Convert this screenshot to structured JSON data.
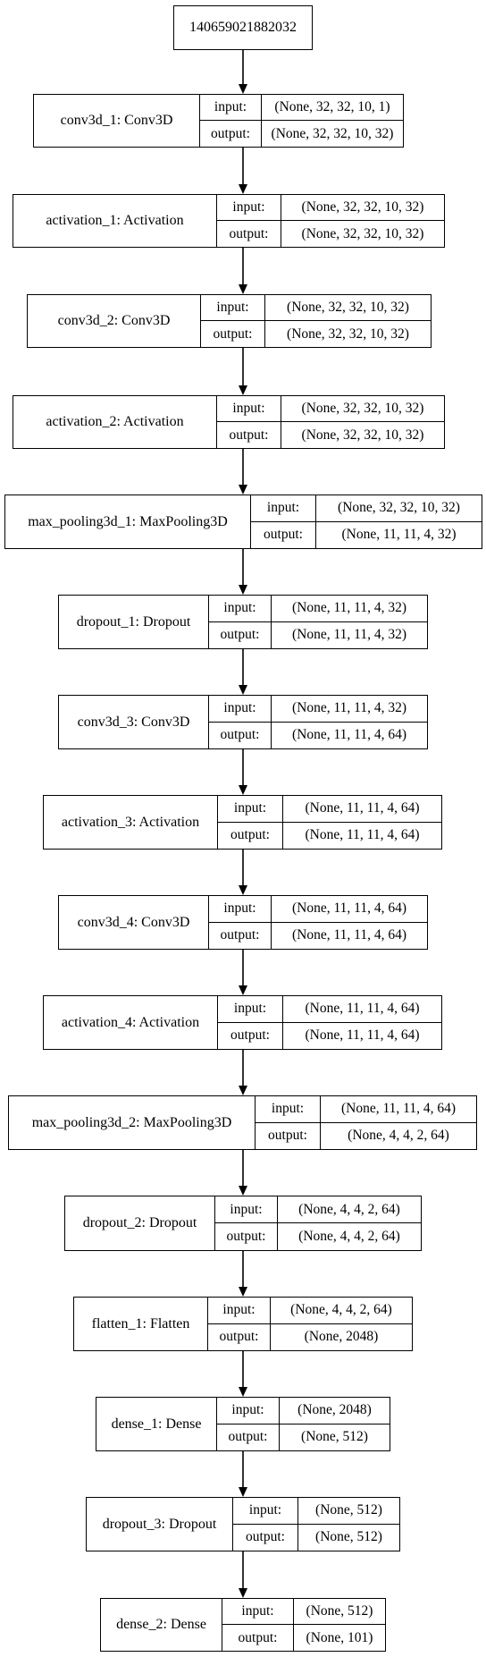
{
  "graph": {
    "input_node": {
      "label": "140659021882032"
    },
    "input_label": "input:",
    "output_label": "output:",
    "layers": [
      {
        "name": "conv3d_1: Conv3D",
        "input": "(None, 32, 32, 10, 1)",
        "output": "(None, 32, 32, 10, 32)"
      },
      {
        "name": "activation_1: Activation",
        "input": "(None, 32, 32, 10, 32)",
        "output": "(None, 32, 32, 10, 32)"
      },
      {
        "name": "conv3d_2: Conv3D",
        "input": "(None, 32, 32, 10, 32)",
        "output": "(None, 32, 32, 10, 32)"
      },
      {
        "name": "activation_2: Activation",
        "input": "(None, 32, 32, 10, 32)",
        "output": "(None, 32, 32, 10, 32)"
      },
      {
        "name": "max_pooling3d_1: MaxPooling3D",
        "input": "(None, 32, 32, 10, 32)",
        "output": "(None, 11, 11, 4, 32)"
      },
      {
        "name": "dropout_1: Dropout",
        "input": "(None, 11, 11, 4, 32)",
        "output": "(None, 11, 11, 4, 32)"
      },
      {
        "name": "conv3d_3: Conv3D",
        "input": "(None, 11, 11, 4, 32)",
        "output": "(None, 11, 11, 4, 64)"
      },
      {
        "name": "activation_3: Activation",
        "input": "(None, 11, 11, 4, 64)",
        "output": "(None, 11, 11, 4, 64)"
      },
      {
        "name": "conv3d_4: Conv3D",
        "input": "(None, 11, 11, 4, 64)",
        "output": "(None, 11, 11, 4, 64)"
      },
      {
        "name": "activation_4: Activation",
        "input": "(None, 11, 11, 4, 64)",
        "output": "(None, 11, 11, 4, 64)"
      },
      {
        "name": "max_pooling3d_2: MaxPooling3D",
        "input": "(None, 11, 11, 4, 64)",
        "output": "(None, 4, 4, 2, 64)"
      },
      {
        "name": "dropout_2: Dropout",
        "input": "(None, 4, 4, 2, 64)",
        "output": "(None, 4, 4, 2, 64)"
      },
      {
        "name": "flatten_1: Flatten",
        "input": "(None, 4, 4, 2, 64)",
        "output": "(None, 2048)"
      },
      {
        "name": "dense_1: Dense",
        "input": "(None, 2048)",
        "output": "(None, 512)"
      },
      {
        "name": "dropout_3: Dropout",
        "input": "(None, 512)",
        "output": "(None, 512)"
      },
      {
        "name": "dense_2: Dense",
        "input": "(None, 512)",
        "output": "(None, 101)"
      }
    ]
  }
}
